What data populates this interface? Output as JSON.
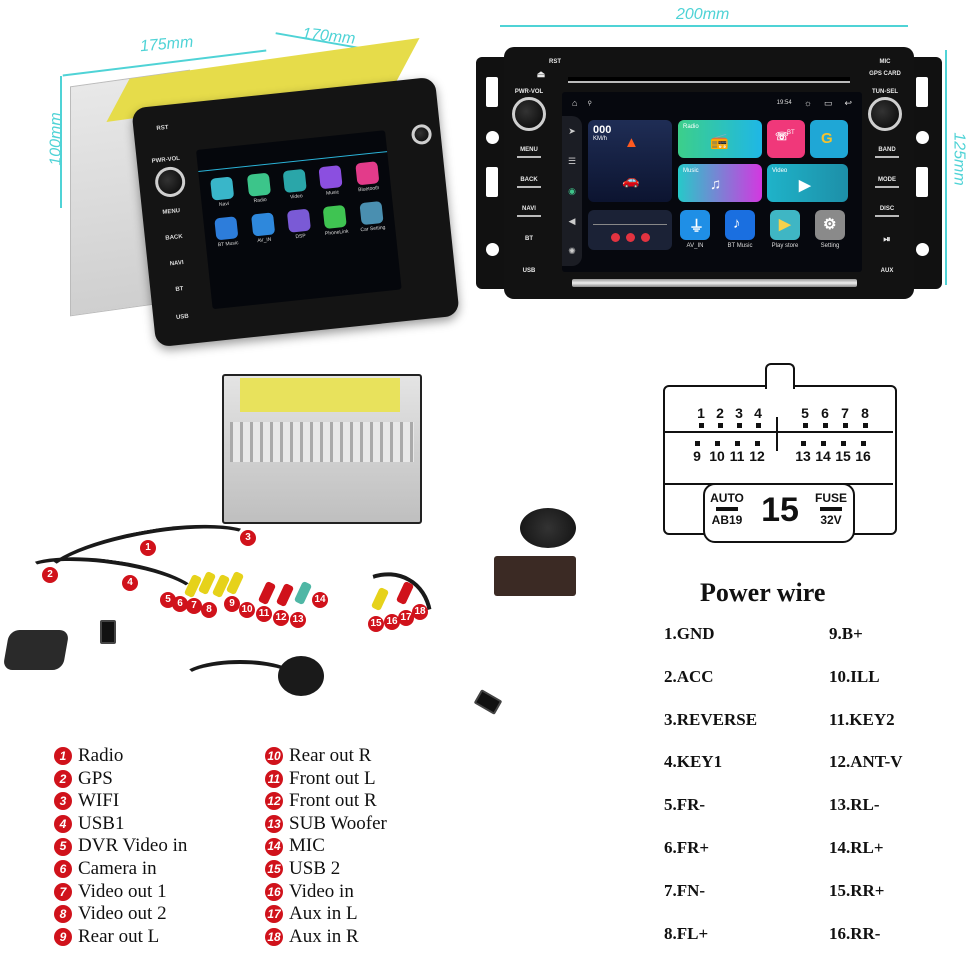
{
  "dimensions": {
    "left_depth": "175mm",
    "left_width": "170mm",
    "left_height": "100mm",
    "right_width": "200mm",
    "right_height": "125mm"
  },
  "left_device": {
    "buttons": [
      "RST",
      "PWR-VOL",
      "MENU",
      "BACK",
      "NAVI",
      "BT",
      "USB"
    ],
    "apps": [
      {
        "label": "Navi",
        "color": "#39b6c9"
      },
      {
        "label": "Radio",
        "color": "#3cc58a"
      },
      {
        "label": "Video",
        "color": "#2aa6a9"
      },
      {
        "label": "Music",
        "color": "#8b4fe0"
      },
      {
        "label": "Bluetooth",
        "color": "#e33b8a"
      },
      {
        "label": "BT Music",
        "color": "#2d7ddb"
      },
      {
        "label": "AV_IN",
        "color": "#2e88dc"
      },
      {
        "label": "DSP",
        "color": "#7a5ad6"
      },
      {
        "label": "PhoneLink",
        "color": "#3fc452"
      },
      {
        "label": "Car Setting",
        "color": "#4a8fb0"
      }
    ]
  },
  "right_device": {
    "left_buttons": [
      "RST",
      "PWR-VOL",
      "MENU",
      "BACK",
      "NAVI",
      "BT",
      "USB"
    ],
    "right_buttons": [
      "MIC",
      "GPS CARD",
      "TUN-SEL",
      "BAND",
      "MODE",
      "DISC",
      "⏯",
      "AUX"
    ],
    "status_time": "19:54",
    "speed": "000",
    "speed_unit": "KM/h",
    "tiles": {
      "radio": "Radio",
      "bt": "BT",
      "music": "Music",
      "video": "Video"
    },
    "apps": [
      {
        "label": "AV_IN",
        "color": "#1f8fe6"
      },
      {
        "label": "BT Music",
        "color": "#1a6fe0"
      },
      {
        "label": "Play store",
        "color": "#3fb6c4"
      },
      {
        "label": "Setting",
        "color": "#8a8a8a"
      }
    ]
  },
  "wiring": {
    "callouts": [
      "1",
      "2",
      "3",
      "4",
      "5",
      "6",
      "7",
      "8",
      "9",
      "10",
      "11",
      "12",
      "13",
      "14",
      "15",
      "16",
      "17",
      "18"
    ]
  },
  "legend": {
    "left": [
      {
        "n": "1",
        "label": "Radio"
      },
      {
        "n": "2",
        "label": "GPS"
      },
      {
        "n": "3",
        "label": "WIFI"
      },
      {
        "n": "4",
        "label": "USB1"
      },
      {
        "n": "5",
        "label": "DVR Video in"
      },
      {
        "n": "6",
        "label": "Camera in"
      },
      {
        "n": "7",
        "label": "Video out 1"
      },
      {
        "n": "8",
        "label": "Video out 2"
      },
      {
        "n": "9",
        "label": "Rear out L"
      }
    ],
    "right": [
      {
        "n": "10",
        "label": "Rear out R"
      },
      {
        "n": "11",
        "label": "Front out L"
      },
      {
        "n": "12",
        "label": "Front out R"
      },
      {
        "n": "13",
        "label": "SUB Woofer"
      },
      {
        "n": "14",
        "label": "MIC"
      },
      {
        "n": "15",
        "label": "USB 2"
      },
      {
        "n": "16",
        "label": "Video in"
      },
      {
        "n": "17",
        "label": "Aux in L"
      },
      {
        "n": "18",
        "label": "Aux in R"
      }
    ]
  },
  "connector": {
    "top_pins": [
      "1",
      "2",
      "3",
      "4",
      "5",
      "6",
      "7",
      "8"
    ],
    "bottom_pins": [
      "9",
      "10",
      "11",
      "12",
      "13",
      "14",
      "15",
      "16"
    ],
    "fuse": {
      "left_top": "AUTO",
      "left_bottom": "AB19",
      "value": "15",
      "right_top": "FUSE",
      "right_bottom": "32V"
    }
  },
  "power_wire": {
    "title": "Power wire",
    "left": [
      "1.GND",
      "2.ACC",
      "3.REVERSE",
      "4.KEY1",
      "5.FR-",
      "6.FR+",
      "7.FN-",
      "8.FL+"
    ],
    "right": [
      "9.B+",
      "10.ILL",
      "11.KEY2",
      "12.ANT-V",
      "13.RL-",
      "14.RL+",
      "15.RR+",
      "16.RR-"
    ]
  },
  "colors": {
    "dimension": "#4fd3d6",
    "callout": "#d0121b"
  }
}
